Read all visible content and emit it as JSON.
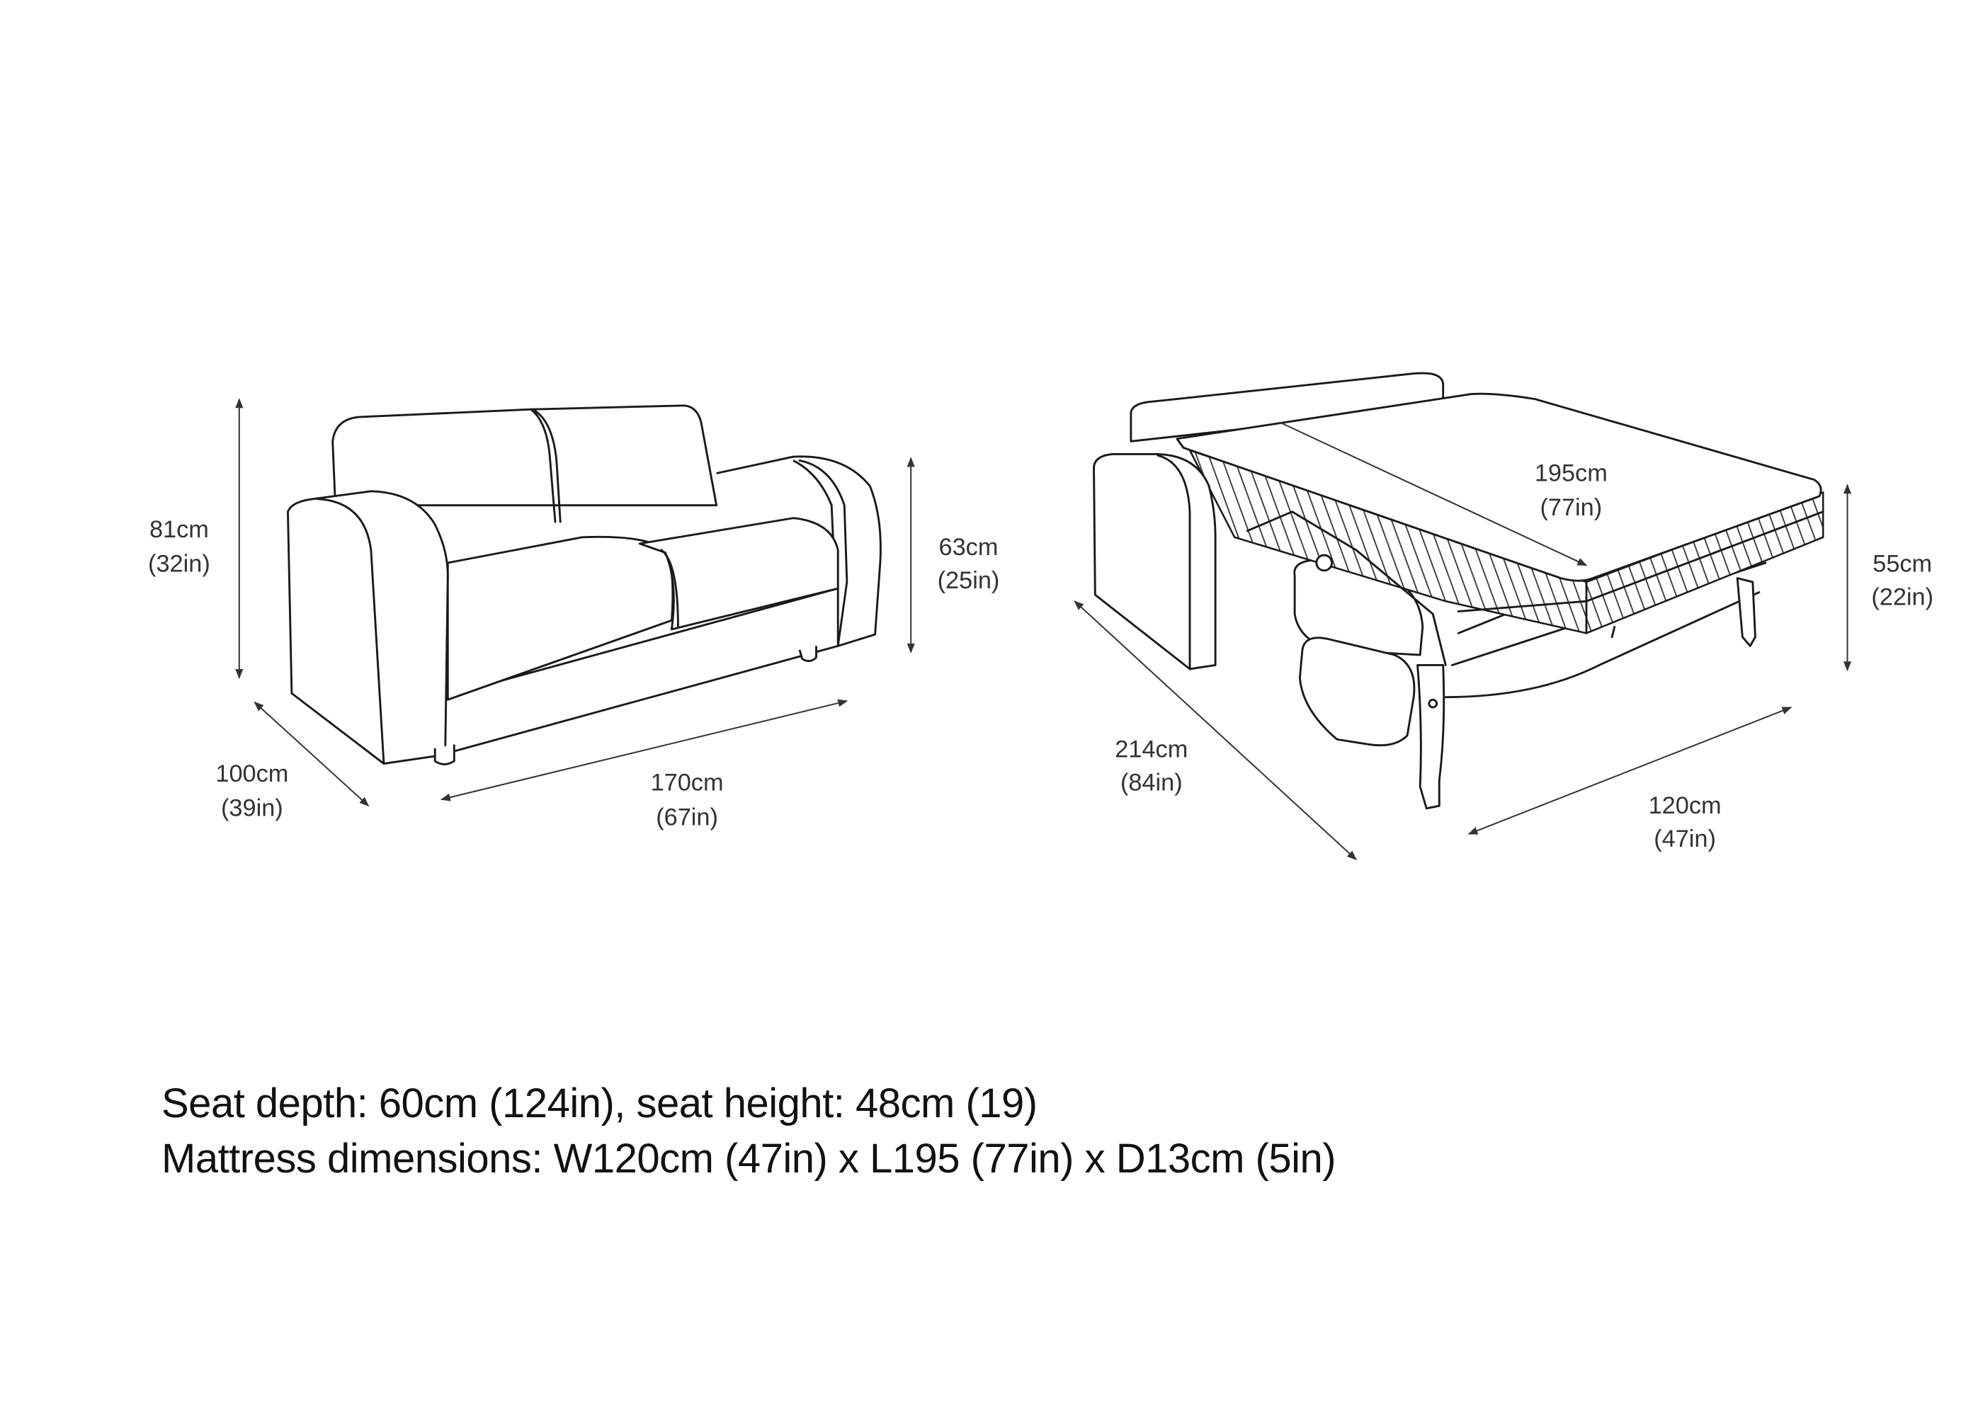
{
  "sofa": {
    "height": {
      "cm": "81cm",
      "in": "(32in)"
    },
    "arm_height": {
      "cm": "63cm",
      "in": "(25in)"
    },
    "depth": {
      "cm": "100cm",
      "in": "(39in)"
    },
    "width": {
      "cm": "170cm",
      "in": "(67in)"
    }
  },
  "bed": {
    "length": {
      "cm": "195cm",
      "in": "(77in)"
    },
    "height": {
      "cm": "55cm",
      "in": "(22in)"
    },
    "total_length": {
      "cm": "214cm",
      "in": "(84in)"
    },
    "width": {
      "cm": "120cm",
      "in": "(47in)"
    }
  },
  "notes": {
    "line1": "Seat depth: 60cm (124in), seat height: 48cm (19)",
    "line2": "Mattress dimensions: W120cm (47in) x L195 (77in) x D13cm (5in)"
  }
}
